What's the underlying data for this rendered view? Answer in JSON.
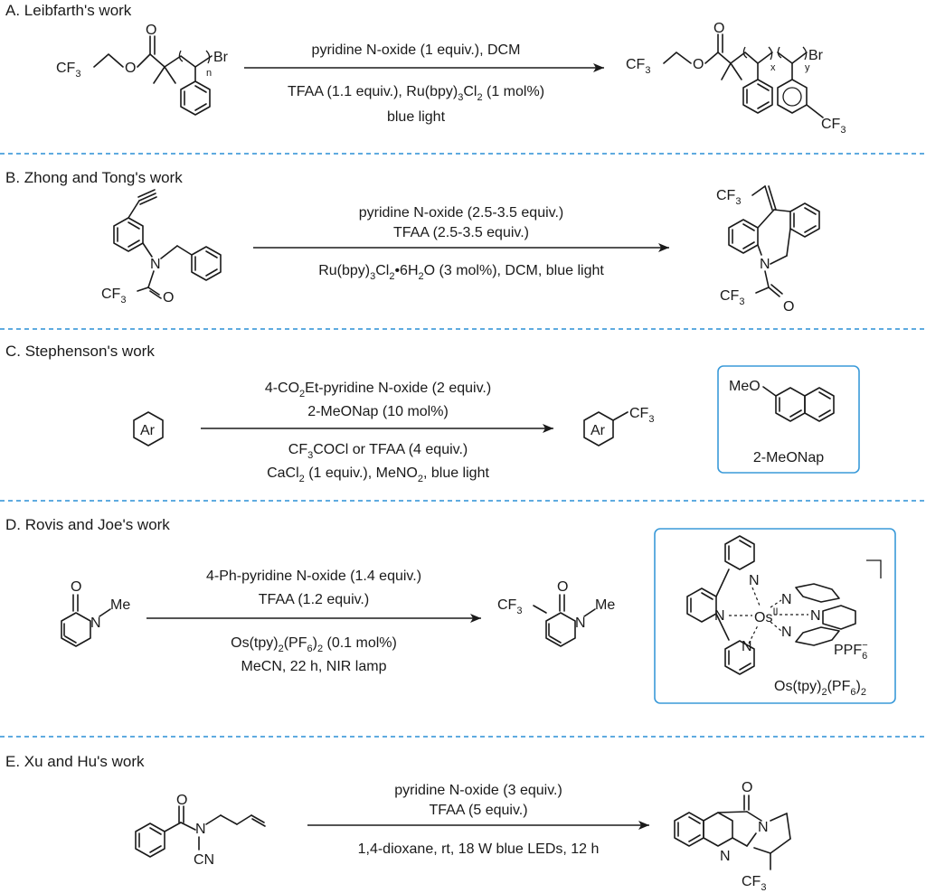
{
  "colors": {
    "separator": "#2a8fd6",
    "box_border": "#3a9ad9",
    "ink": "#1a1a1a"
  },
  "sections": [
    {
      "title": "A. Leibfarth's work",
      "above": [
        "pyridine N-oxide (1 equiv.), DCM"
      ],
      "below": [
        "TFAA (1.1 equiv.), Ru(bpy)3Cl2 (1 mol%)",
        "blue light"
      ]
    },
    {
      "title": "B. Zhong and Tong's work",
      "above": [
        "pyridine N-oxide (2.5-3.5 equiv.)",
        "TFAA (2.5-3.5 equiv.)"
      ],
      "below": [
        "Ru(bpy)3Cl2•6H2O (3 mol%), DCM, blue light"
      ]
    },
    {
      "title": "C. Stephenson's work",
      "above": [
        "4-CO2Et-pyridine N-oxide (2 equiv.)",
        "2-MeONap (10 mol%)"
      ],
      "below": [
        "CF3COCl or TFAA (4 equiv.)",
        "CaCl2 (1 equiv.), MeNO2, blue light"
      ],
      "box_label": "2-MeONap"
    },
    {
      "title": "D. Rovis and Joe's work",
      "above": [
        "4-Ph-pyridine N-oxide (1.4 equiv.)",
        "TFAA (1.2 equiv.)"
      ],
      "below": [
        "Os(tpy)2(PF6)2 (0.1 mol%)",
        "MeCN, 22 h, NIR lamp"
      ],
      "box_label": "Os(tpy)2(PF6)2"
    },
    {
      "title": "E. Xu and Hu's work",
      "above": [
        "pyridine N-oxide (3 equiv.)",
        "TFAA (5 equiv.)"
      ],
      "below": [
        "1,4-dioxane, rt, 18 W blue LEDs, 12 h"
      ]
    }
  ],
  "atoms": {
    "cf3": "CF3",
    "br": "Br",
    "o": "O",
    "n": "N",
    "me": "Me",
    "meo": "MeO",
    "ar": "Ar",
    "cn": "CN",
    "os": "Os",
    "os_ox": "II",
    "pf6": "PF6",
    "minus": "−",
    "n_sub": "n",
    "x_sub": "x",
    "y_sub": "y"
  }
}
